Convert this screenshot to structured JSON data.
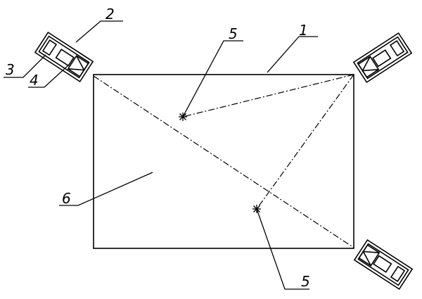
{
  "labels": {
    "frame": "1",
    "housing": "2",
    "part3": "3",
    "part4": "4",
    "target_a": "5",
    "target_b": "5",
    "area": "6"
  }
}
